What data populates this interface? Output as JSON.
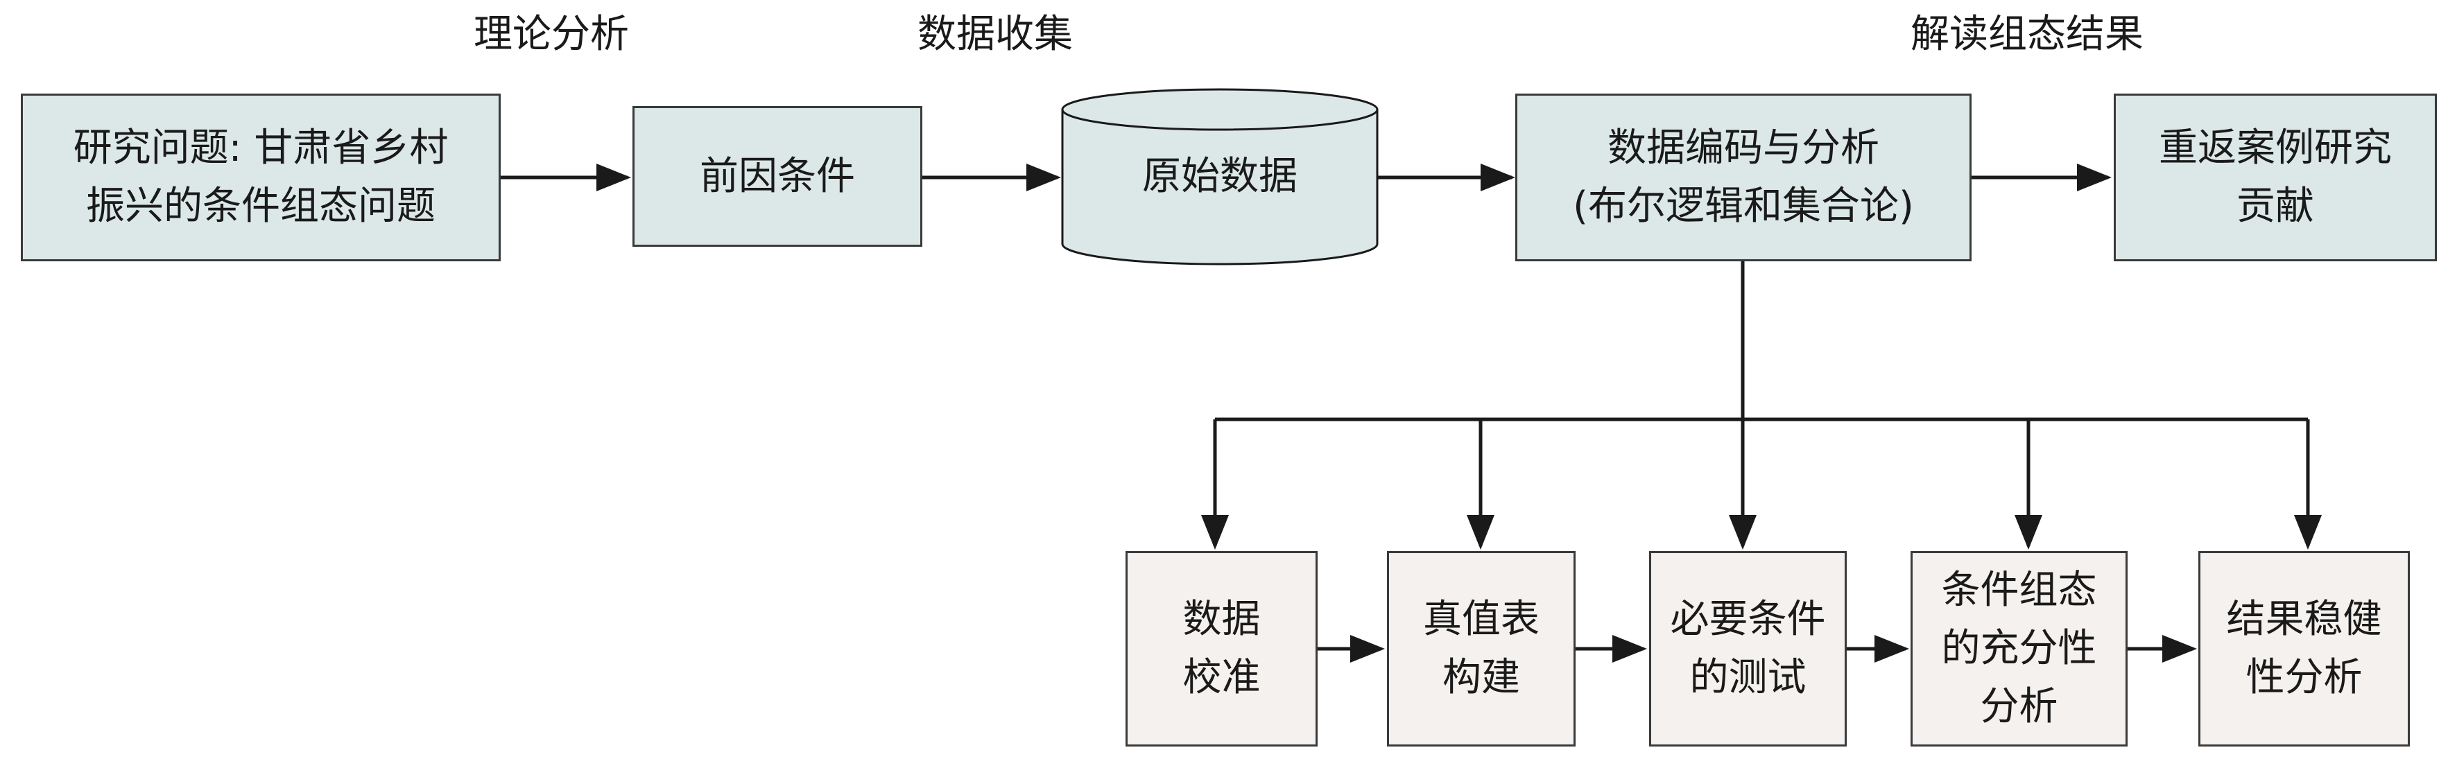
{
  "stage_labels": {
    "theory": "理论分析",
    "data_collection": "数据收集",
    "interpret": "解读组态结果"
  },
  "nodes": {
    "research_question": [
      "研究问题: 甘肃省乡村",
      "振兴的条件组态问题"
    ],
    "antecedent": [
      "前因条件"
    ],
    "raw_data": [
      "原始数据"
    ],
    "coding": [
      "数据编码与分析",
      "(布尔逻辑和集合论)"
    ],
    "return_case": [
      "重返案例研究",
      "贡献"
    ],
    "calibration": [
      "数据",
      "校准"
    ],
    "truth_table": [
      "真值表",
      "构建"
    ],
    "necessity": [
      "必要条件",
      "的测试"
    ],
    "sufficiency": [
      "条件组态",
      "的充分性",
      "分析"
    ],
    "robustness": [
      "结果稳健",
      "性分析"
    ]
  },
  "colors": {
    "top_box_fill": "#dbe8e7",
    "bottom_box_fill": "#f5f1ee",
    "stroke": "#1a1a1a"
  }
}
